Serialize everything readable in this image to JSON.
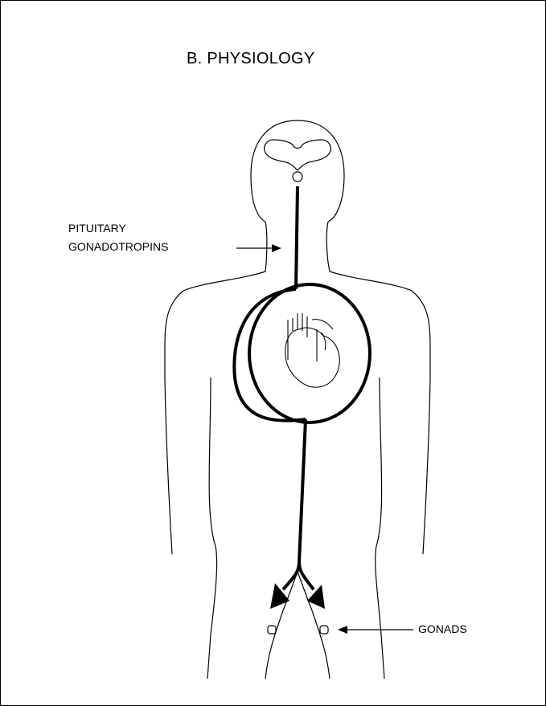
{
  "title": "B. PHYSIOLOGY",
  "labels": {
    "pituitary_line1": "PITUITARY",
    "pituitary_line2": "GONADOTROPINS",
    "gonads": "GONADS"
  },
  "icons": {
    "brain": "brain-icon",
    "pituitary": "pituitary-gland-icon",
    "heart": "heart-icon",
    "gonad": "gonad-icon"
  },
  "colors": {
    "background": "#ffffff",
    "stroke": "#000000"
  }
}
